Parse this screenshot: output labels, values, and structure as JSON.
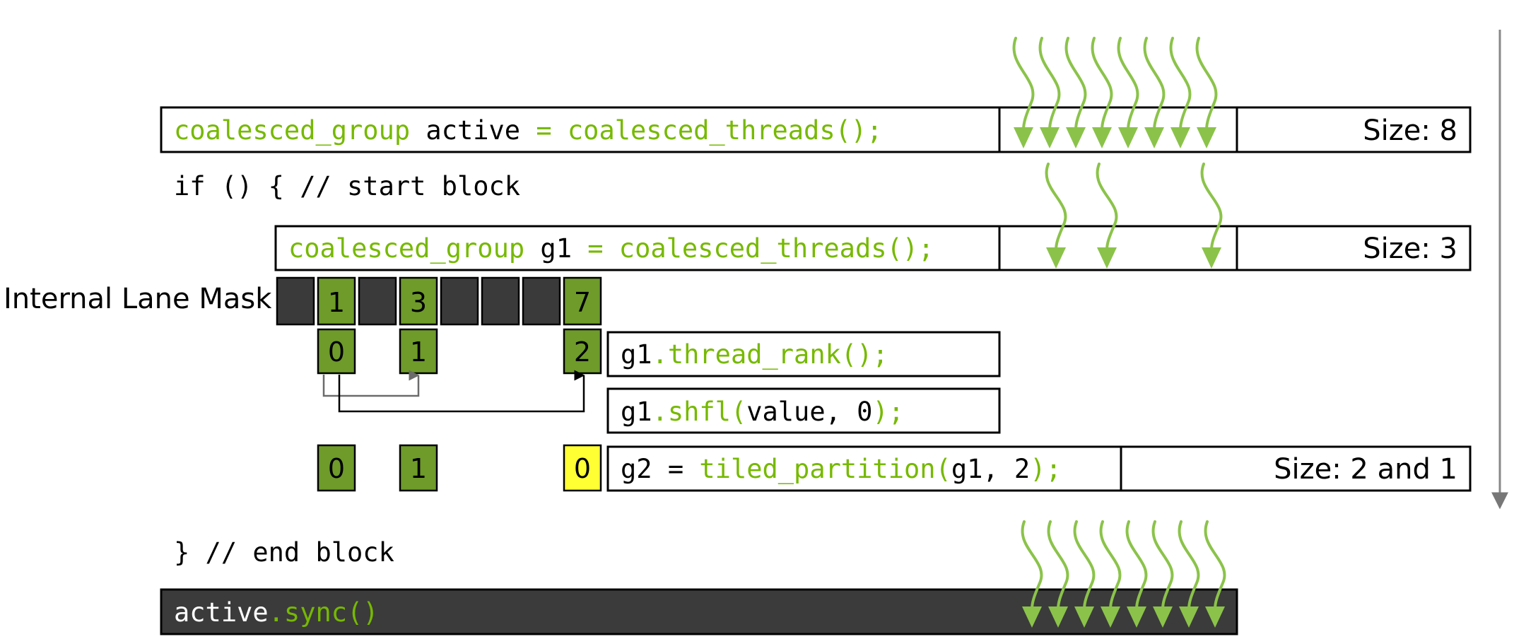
{
  "colors": {
    "green": "#76b900",
    "arrow_green": "#8bc34a",
    "cell_green": "#6e9b2a",
    "dark_cell": "#3a3a3a",
    "yellow": "#ffff33",
    "bar_dark": "#3b3b3b",
    "text": "#000000"
  },
  "code": {
    "line1": [
      {
        "text": "coalesced_group",
        "green": true
      },
      {
        "text": " active ",
        "green": false
      },
      {
        "text": "= coalesced_threads();",
        "green": true
      }
    ],
    "if_line": "if () { // start block",
    "line_g1": [
      {
        "text": "coalesced_group",
        "green": true
      },
      {
        "text": " g1 ",
        "green": false
      },
      {
        "text": "= coalesced_threads();",
        "green": true
      }
    ],
    "rank_line": [
      {
        "text": "g1",
        "green": false
      },
      {
        "text": ".thread_rank();",
        "green": true
      }
    ],
    "shfl_line": [
      {
        "text": "g1",
        "green": false
      },
      {
        "text": ".shfl(",
        "green": true
      },
      {
        "text": "value, 0",
        "green": false
      },
      {
        "text": ");",
        "green": true
      }
    ],
    "tile_line": [
      {
        "text": "g2 = ",
        "green": false
      },
      {
        "text": "tiled_partition(",
        "green": true
      },
      {
        "text": "g1, 2",
        "green": false
      },
      {
        "text": ");",
        "green": true
      }
    ],
    "end_line": "} // end block",
    "sync_line": [
      {
        "text": "active",
        "green": false
      },
      {
        "text": ".sync()",
        "green": true
      }
    ]
  },
  "sizes": {
    "active": "Size: 8",
    "g1": "Size: 3",
    "g2": "Size: 2 and 1"
  },
  "lane_mask": {
    "label": "Internal Lane Mask",
    "cells": [
      "",
      "1",
      "",
      "3",
      "",
      "",
      "",
      "7"
    ],
    "active": [
      false,
      true,
      false,
      true,
      false,
      false,
      false,
      true
    ]
  },
  "ranks": [
    "0",
    "1",
    "2"
  ],
  "partition_ranks": [
    "0",
    "1",
    "0"
  ],
  "threads": {
    "active_count": 8,
    "g1_active": [
      false,
      true,
      false,
      true,
      false,
      false,
      false,
      true
    ]
  }
}
